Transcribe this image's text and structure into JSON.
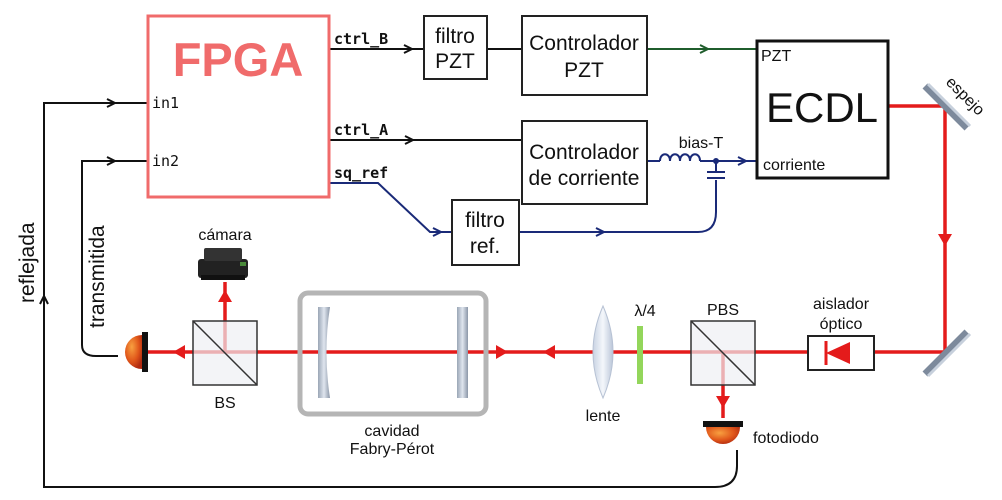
{
  "fpga": {
    "title": "FPGA",
    "in1": "in1",
    "in2": "in2",
    "ctrl_b": "ctrl_B",
    "ctrl_a": "ctrl_A",
    "sq_ref": "sq_ref"
  },
  "filtro_pzt": {
    "line1": "filtro",
    "line2": "PZT"
  },
  "controlador_pzt": {
    "line1": "Controlador",
    "line2": "PZT"
  },
  "ecdl": {
    "title": "ECDL",
    "pzt": "PZT",
    "corriente": "corriente"
  },
  "controlador_corriente": {
    "line1": "Controlador",
    "line2": "de corriente"
  },
  "bias_t": "bias-T",
  "filtro_ref": {
    "line1": "filtro",
    "line2": "ref."
  },
  "espejo": "espejo",
  "camara": "cámara",
  "bs": "BS",
  "cavidad": {
    "line1": "cavidad",
    "line2": "Fabry-Pérot"
  },
  "lente": "lente",
  "lambda4": "λ/4",
  "pbs": "PBS",
  "aislador": {
    "line1": "aislador",
    "line2": "óptico"
  },
  "fotodiodo": "fotodiodo",
  "reflejada": "reflejada",
  "transmitida": "transmitida",
  "colors": {
    "fpga": "#f06b6b",
    "beam": "#e41b1b",
    "navy": "#1a2a78",
    "green": "#1f5d2c"
  }
}
